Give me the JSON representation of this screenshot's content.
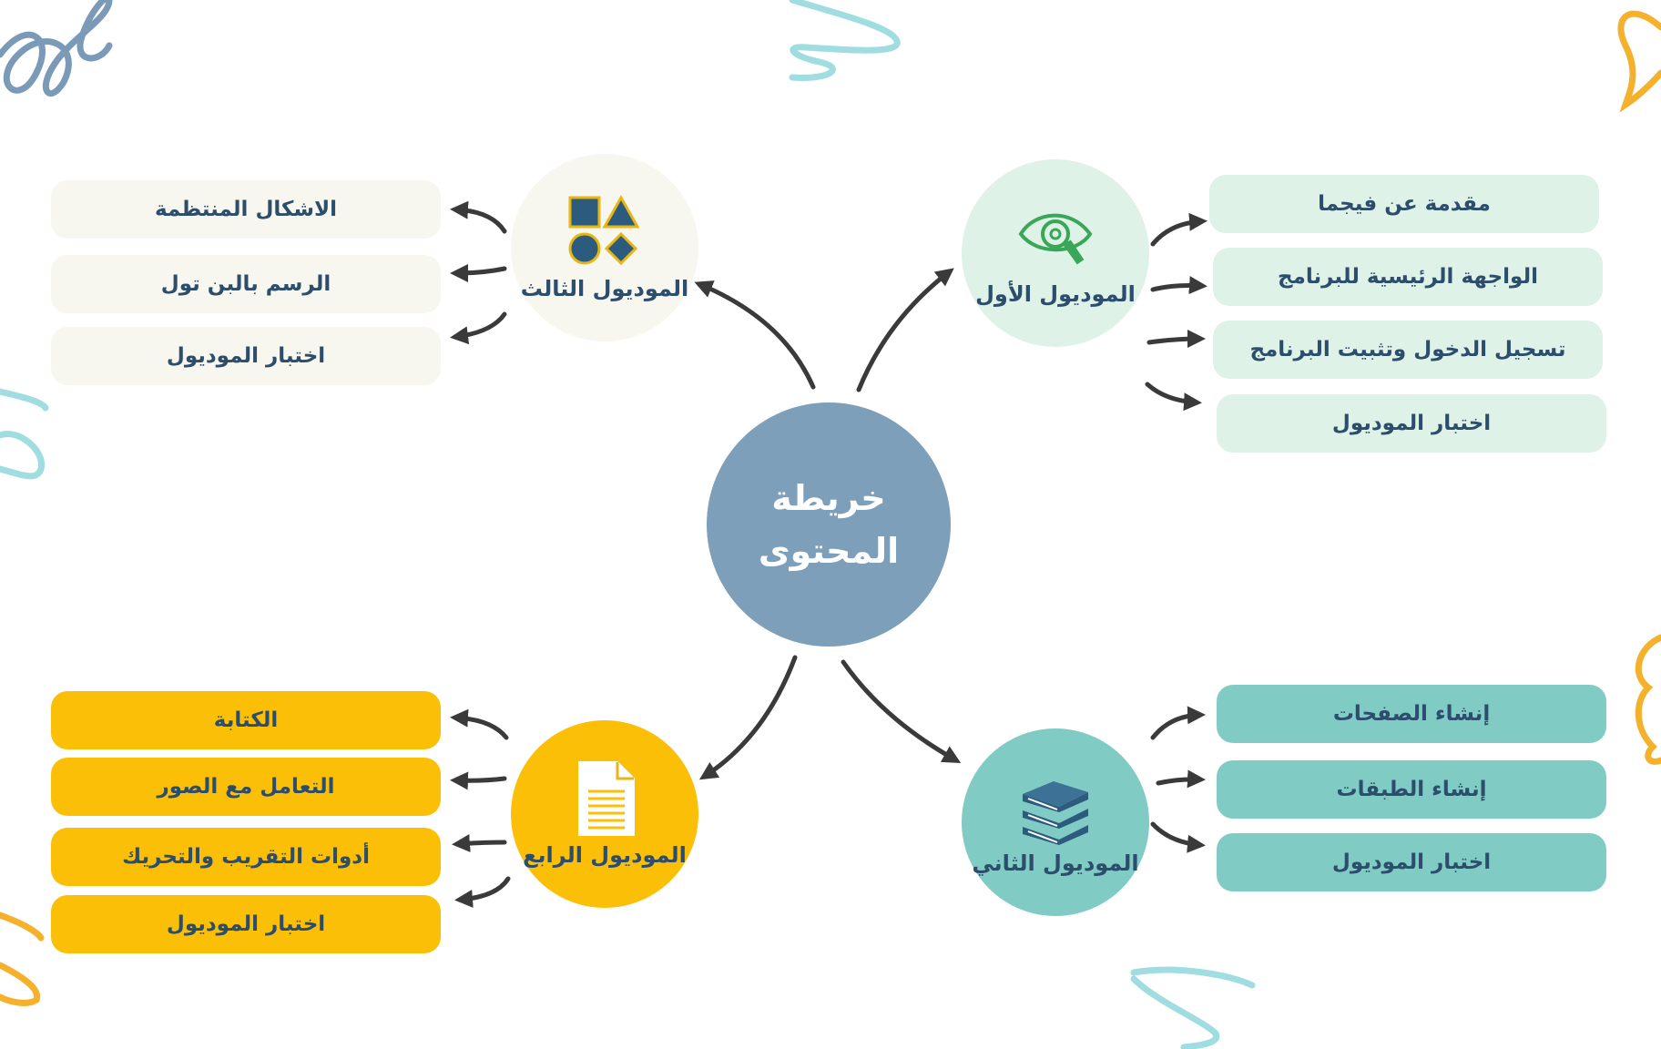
{
  "colors": {
    "center": "#7e9fba",
    "module1": "#dff2e8",
    "module2": "#81cbc5",
    "module3": "#f8f7ef",
    "module4": "#fbbf08",
    "text": "#2c4d6b",
    "arrow": "#3a3a3a"
  },
  "center": {
    "title": "خريطة\nالمحتوى"
  },
  "modules": [
    {
      "title": "الموديول الأول",
      "icon": "eye-magnifier-icon",
      "items": [
        "مقدمة عن فيجما",
        "الواجهة الرئيسية للبرنامج",
        "تسجيل الدخول وتثبيت البرنامج",
        "اختبار الموديول"
      ]
    },
    {
      "title": "الموديول الثاني",
      "icon": "books-stack-icon",
      "items": [
        "إنشاء الصفحات",
        "إنشاء الطبقات",
        "اختبار الموديول"
      ]
    },
    {
      "title": "الموديول الثالث",
      "icon": "shapes-icon",
      "items": [
        "الاشكال المنتظمة",
        "الرسم بالبن تول",
        "اختبار الموديول"
      ]
    },
    {
      "title": "الموديول الرابع",
      "icon": "document-icon",
      "items": [
        "الكتابة",
        "التعامل مع الصور",
        "أدوات التقريب والتحريك",
        "اختبار الموديول"
      ]
    }
  ]
}
